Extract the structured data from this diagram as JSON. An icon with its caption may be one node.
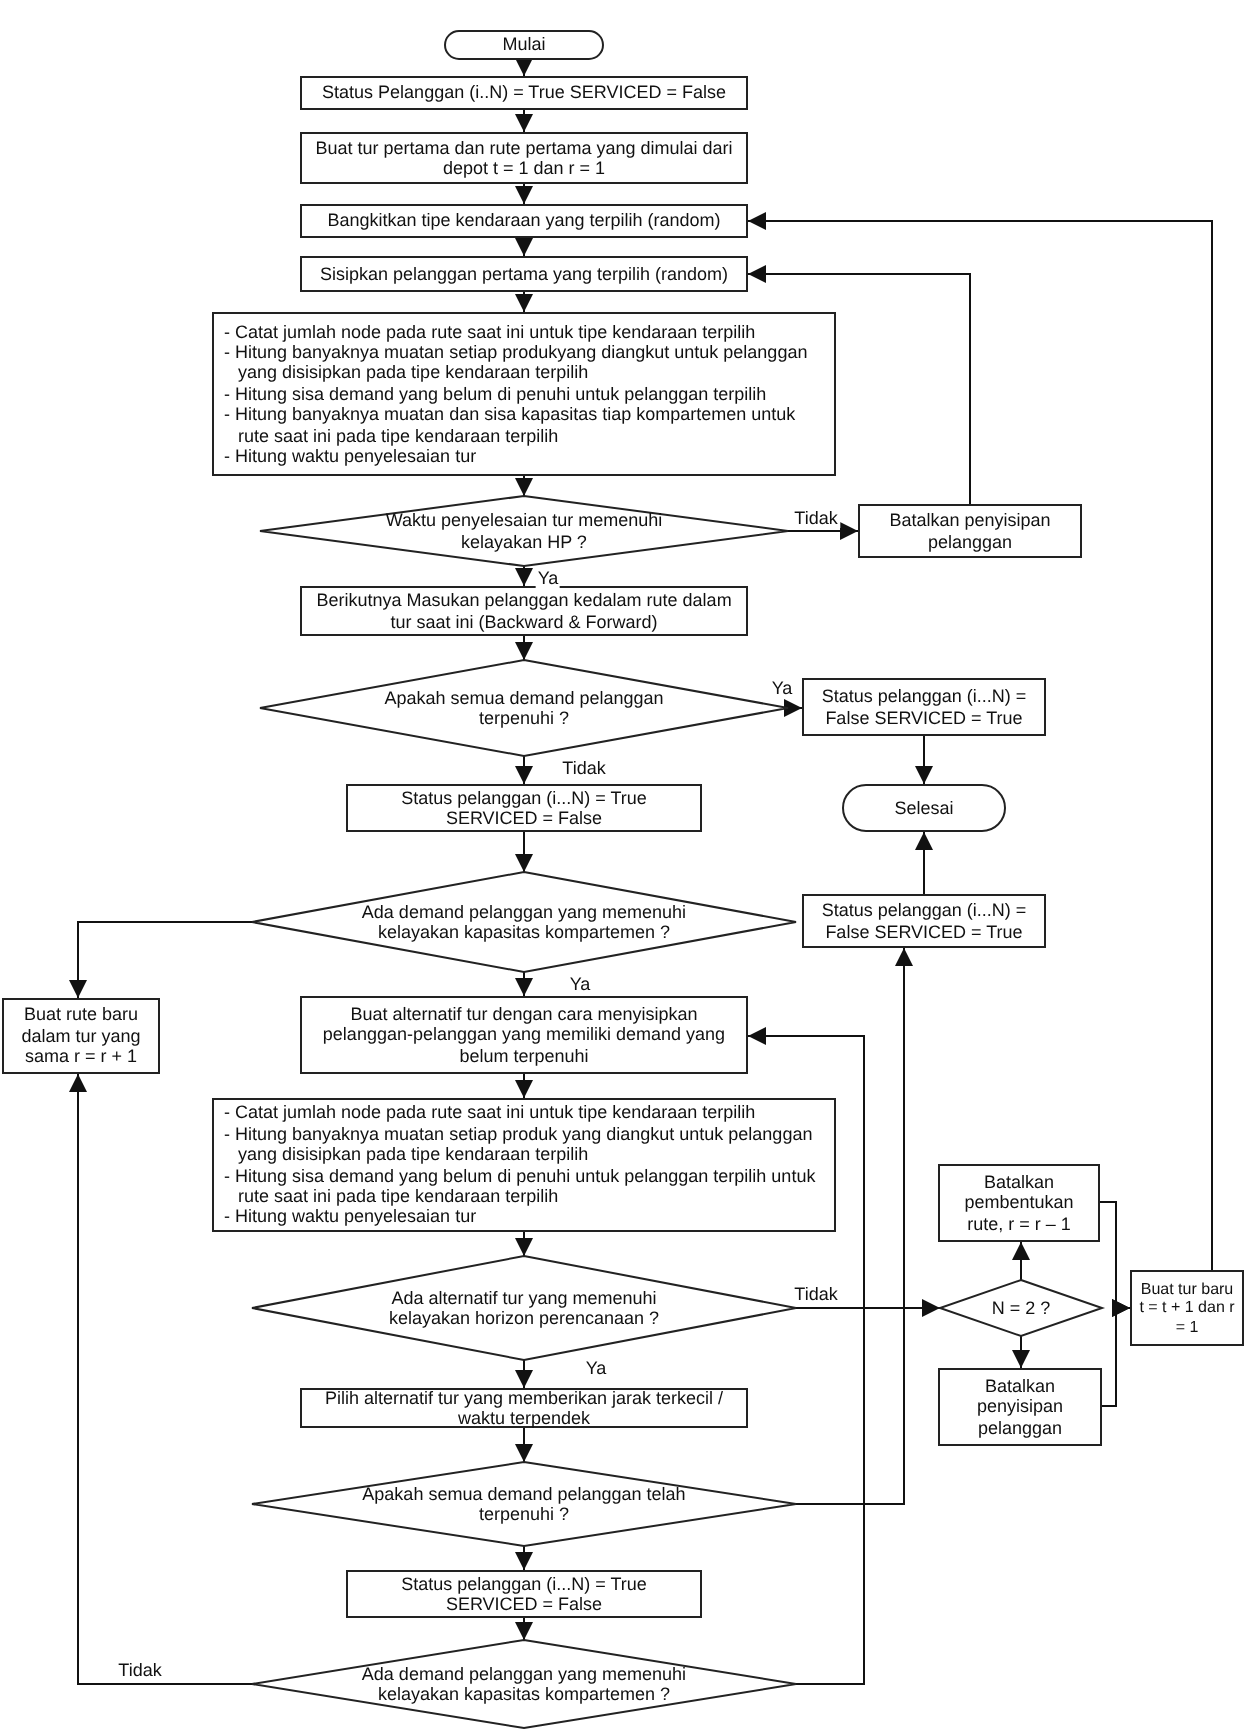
{
  "diagram": {
    "nodes": [
      {
        "text": [
          "Mulai"
        ]
      },
      {
        "text": [
          "Status Pelanggan (i..N) = True SERVICED = False"
        ]
      },
      {
        "text": [
          "Buat tur pertama dan rute pertama yang dimulai dari depot t = 1 dan r = 1"
        ]
      },
      {
        "text": [
          "Bangkitkan tipe kendaraan yang terpilih (random)"
        ]
      },
      {
        "text": [
          "Sisipkan pelanggan pertama yang terpilih (random)"
        ]
      },
      {
        "text": [
          "- Catat jumlah node pada rute saat ini untuk tipe kendaraan terpilih",
          "- Hitung banyaknya muatan setiap produkyang diangkut untuk pelanggan yang disisipkan pada tipe kendaraan terpilih",
          "- Hitung sisa demand yang belum di penuhi untuk pelanggan terpilih",
          "- Hitung banyaknya muatan dan sisa kapasitas tiap kompartemen untuk rute saat ini pada tipe kendaraan terpilih",
          "- Hitung waktu penyelesaian tur"
        ]
      },
      {
        "text": [
          "Waktu penyelesaian tur memenuhi kelayakan HP ?"
        ]
      },
      {
        "text": [
          "Batalkan penyisipan pelanggan"
        ]
      },
      {
        "text": [
          "Berikutnya Masukan pelanggan kedalam rute dalam tur saat ini (Backward & Forward)"
        ]
      },
      {
        "text": [
          "Apakah semua demand pelanggan terpenuhi ?"
        ]
      },
      {
        "text": [
          "Status pelanggan (i...N) = False SERVICED = True"
        ]
      },
      {
        "text": [
          "Selesai"
        ]
      },
      {
        "text": [
          "Status pelanggan (i...N) = True SERVICED = False"
        ]
      },
      {
        "text": [
          "Ada demand pelanggan yang memenuhi kelayakan kapasitas kompartemen ?"
        ]
      },
      {
        "text": [
          "Status pelanggan (i...N) = False SERVICED = True"
        ]
      },
      {
        "text": [
          "Buat rute baru dalam tur yang sama r = r + 1"
        ]
      },
      {
        "text": [
          "Buat alternatif tur dengan cara menyisipkan pelanggan-pelanggan yang memiliki demand yang belum terpenuhi"
        ]
      },
      {
        "text": [
          "- Catat jumlah node pada rute saat ini untuk tipe kendaraan terpilih",
          "- Hitung banyaknya muatan setiap produk yang diangkut untuk pelanggan yang disisipkan pada tipe kendaraan terpilih",
          "- Hitung sisa demand yang belum di penuhi untuk pelanggan terpilih untuk rute saat ini pada tipe kendaraan terpilih",
          "- Hitung waktu penyelesaian tur"
        ]
      },
      {
        "text": [
          "Ada alternatif tur yang memenuhi kelayakan horizon perencanaan ?"
        ]
      },
      {
        "text": [
          "Batalkan pembentukan rute, r = r – 1"
        ]
      },
      {
        "text": [
          "N = 2 ?"
        ]
      },
      {
        "text": [
          "Batalkan penyisipan pelanggan"
        ]
      },
      {
        "text": [
          "Buat tur baru t = t + 1 dan r = 1"
        ]
      },
      {
        "text": [
          "Pilih alternatif tur yang memberikan jarak terkecil / waktu terpendek"
        ]
      },
      {
        "text": [
          "Apakah semua demand pelanggan telah terpenuhi ?"
        ]
      },
      {
        "text": [
          "Status pelanggan (i...N) = True SERVICED = False"
        ]
      },
      {
        "text": [
          "Ada demand pelanggan yang memenuhi kelayakan kapasitas kompartemen ?"
        ]
      }
    ],
    "edges": [
      {
        "from": 0,
        "to": 1,
        "arrow": "to"
      },
      {
        "from": 1,
        "to": 2,
        "arrow": "to"
      },
      {
        "from": 2,
        "to": 3,
        "arrow": "to"
      },
      {
        "from": 3,
        "to": 4,
        "arrow": "to"
      },
      {
        "from": 4,
        "to": 5,
        "arrow": "to"
      },
      {
        "from": 6,
        "to": 7,
        "arrow": "to",
        "label": "Tidak"
      },
      {
        "from": 7,
        "to": 4,
        "arrow": "to"
      },
      {
        "from": 6,
        "to": 8,
        "arrow": "to",
        "label": "Ya"
      },
      {
        "from": 8,
        "to": 9,
        "arrow": "to"
      },
      {
        "from": 9,
        "to": 10,
        "arrow": "to",
        "label": "Ya"
      },
      {
        "from": 10,
        "to": 11,
        "arrow": "to"
      },
      {
        "from": 9,
        "to": 12,
        "arrow": "to",
        "label": "Tidak"
      },
      {
        "from": 12,
        "to": 13,
        "arrow": "to"
      },
      {
        "from": 13,
        "to": 15,
        "arrow": "to"
      },
      {
        "from": 13,
        "to": 16,
        "arrow": "to",
        "label": "Ya"
      },
      {
        "from": 14,
        "to": 11,
        "arrow": "to"
      },
      {
        "from": 16,
        "to": 17,
        "arrow": "to"
      },
      {
        "from": 17,
        "to": 18,
        "arrow": "to"
      },
      {
        "from": 18,
        "to": 20,
        "arrow": "to",
        "label": "Tidak"
      },
      {
        "from": 18,
        "to": 23,
        "arrow": "to",
        "label": "Ya"
      },
      {
        "from": 20,
        "to": 19,
        "arrow": "to"
      },
      {
        "from": 20,
        "to": 21,
        "arrow": "to"
      },
      {
        "from": 19,
        "to": 22,
        "arrow": "to"
      },
      {
        "from": 21,
        "to": 22,
        "arrow": "to"
      },
      {
        "from": 22,
        "to": 3,
        "arrow": "to"
      },
      {
        "from": 23,
        "to": 24,
        "arrow": "to"
      },
      {
        "from": 24,
        "to": 14,
        "arrow": "to"
      },
      {
        "from": 24,
        "to": 25,
        "arrow": "to"
      },
      {
        "from": 25,
        "to": 26,
        "arrow": "to"
      },
      {
        "from": 26,
        "to": 15,
        "arrow": "to",
        "label": "Tidak"
      },
      {
        "from": 26,
        "to": 16,
        "arrow": "to"
      },
      {
        "from": 5,
        "to": 6,
        "arrow": "to"
      }
    ]
  }
}
